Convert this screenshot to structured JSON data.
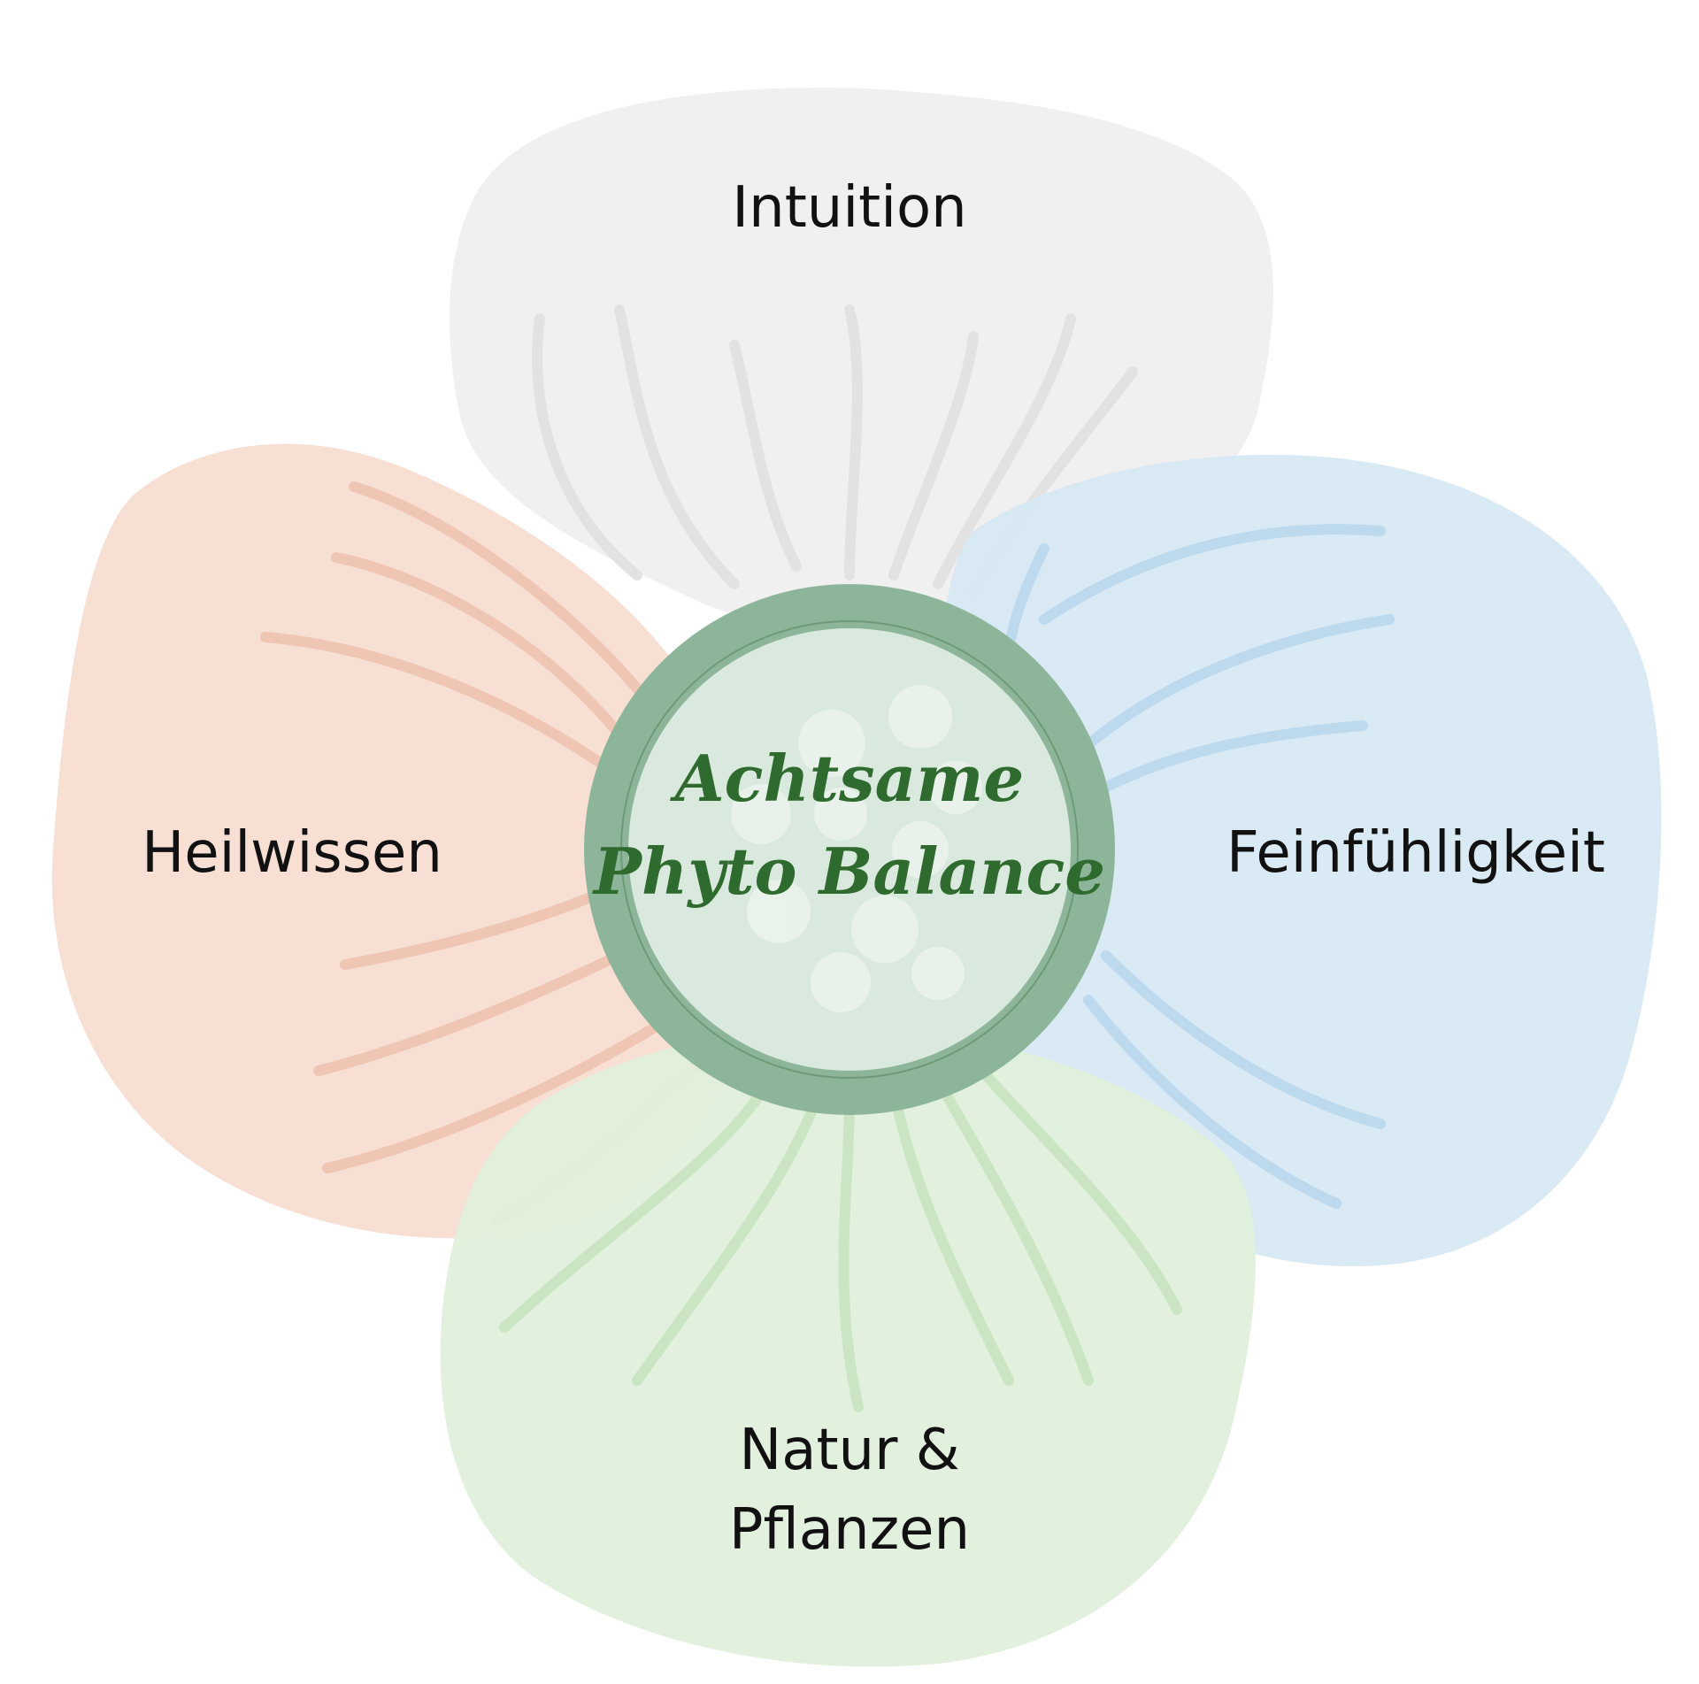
{
  "center": {
    "line1": "Achtsame",
    "line2": "Phyto Balance",
    "ring_color": "#8db59a",
    "fill_color": "#d9e9dd",
    "text_color": "#2f6a2e"
  },
  "petals": [
    {
      "id": "top",
      "label": "Intuition",
      "fill": "#efefef",
      "vein": "#e2e2e2"
    },
    {
      "id": "left",
      "label": "Heilwissen",
      "fill": "#f6dccf",
      "vein": "#efc5b4"
    },
    {
      "id": "right",
      "label": "Feinfühligkeit",
      "fill": "#d7e8f4",
      "vein": "#bcd9ee"
    },
    {
      "id": "bottom",
      "label_line1": "Natur &",
      "label_line2": "Pflanzen",
      "fill": "#dff0da",
      "vein": "#cbe5c4"
    }
  ]
}
